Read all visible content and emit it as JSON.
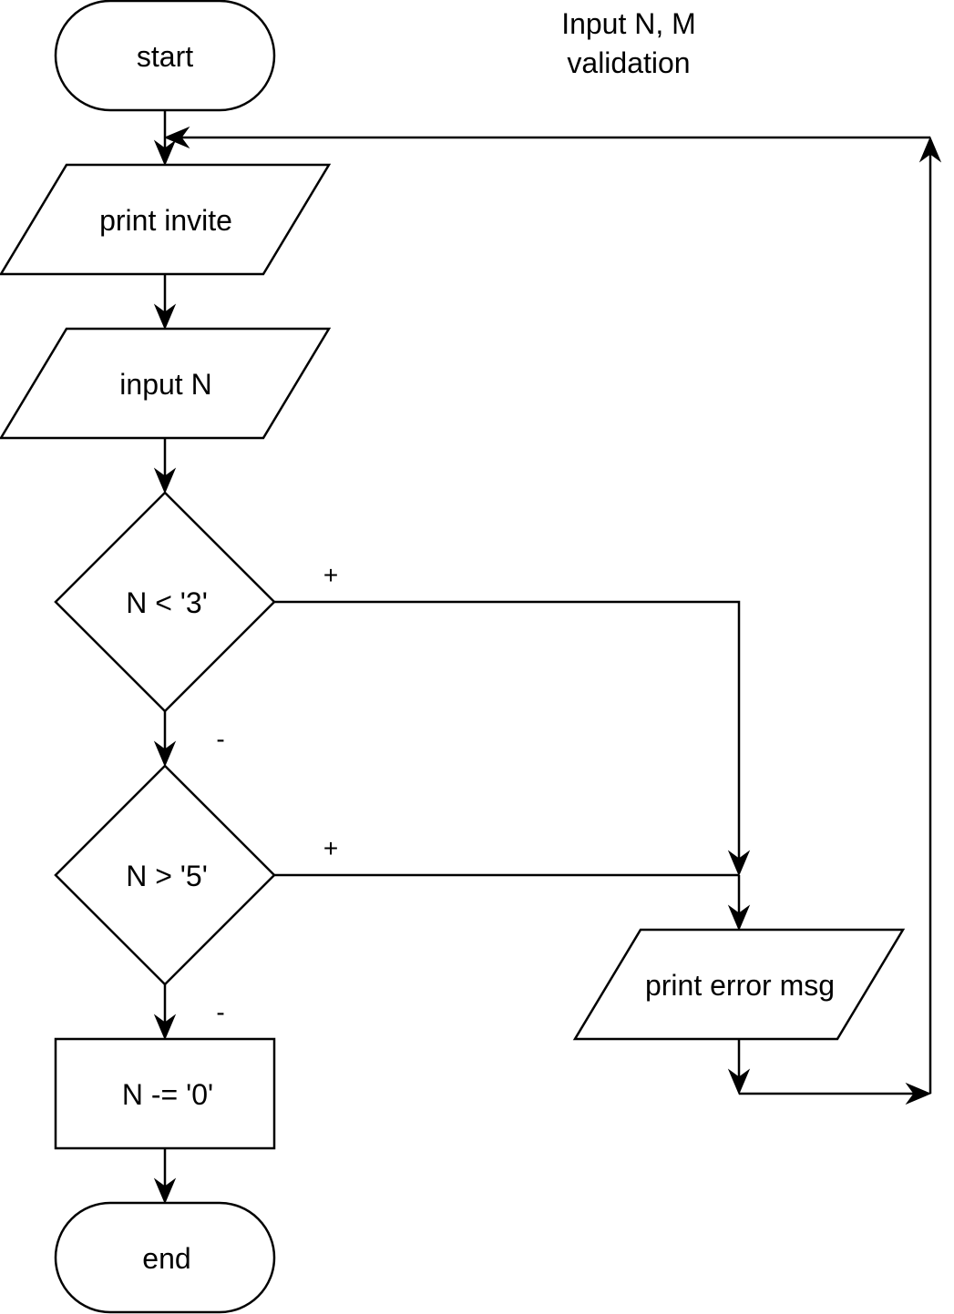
{
  "title": {
    "line1": "Input N, M",
    "line2": "validation"
  },
  "nodes": {
    "start": "start",
    "print_invite": "print invite",
    "input_n": "input N",
    "check_lt_3": "N < '3'",
    "check_gt_5": "N > '5'",
    "convert": "N -= '0'",
    "end": "end",
    "print_error": "print error msg"
  },
  "edge_labels": {
    "lt_3_yes": "+",
    "lt_3_no": "-",
    "gt_5_yes": "+",
    "gt_5_no": "-"
  },
  "colors": {
    "stroke": "#000000",
    "fill": "#ffffff"
  }
}
